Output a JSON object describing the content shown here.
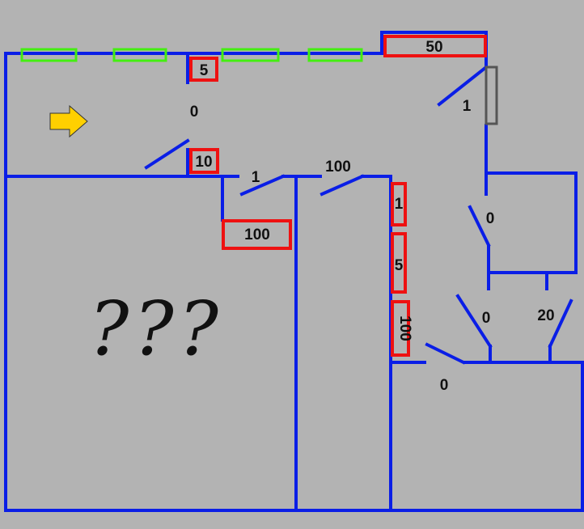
{
  "map": {
    "background": "#b3b3b3",
    "wall_color": "#0a1ee6",
    "door_color": "#0a1ee6",
    "cost_box_color": "#ee1111",
    "window_color": "#44ee11",
    "exit_color": "#555555",
    "player_arrow_color": "#ffd000",
    "start_icon": "yellow-arrow-right-icon",
    "mystery_text": "???",
    "labels": {
      "top_door_open_cost": "0",
      "top_box": "5",
      "middle_box": "10",
      "top_right_box": "50",
      "top_right_door": "1",
      "corridor_door_1": "1",
      "corridor_door_2": "100",
      "corridor_box": "100",
      "shaft_box_1": "1",
      "shaft_box_2": "5",
      "shaft_box_3": "100",
      "right_room_door": "0",
      "lower_door_left": "0",
      "lower_door_right": "20",
      "bottom_room_door": "0"
    }
  }
}
